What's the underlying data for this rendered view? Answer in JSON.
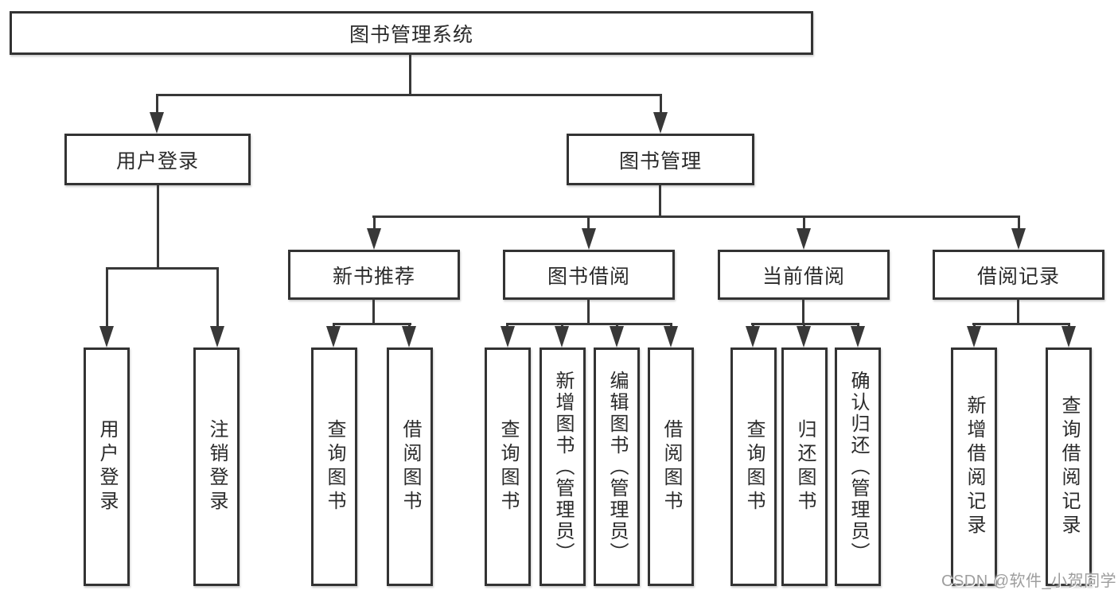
{
  "diagram": {
    "type": "tree",
    "root": {
      "label": "图书管理系统",
      "children": [
        {
          "label": "用户登录",
          "children": [
            {
              "label": "用户登录"
            },
            {
              "label": "注销登录"
            }
          ]
        },
        {
          "label": "图书管理",
          "children": [
            {
              "label": "新书推荐",
              "children": [
                {
                  "label": "查询图书"
                },
                {
                  "label": "借阅图书"
                }
              ]
            },
            {
              "label": "图书借阅",
              "children": [
                {
                  "label": "查询图书"
                },
                {
                  "label": "新增图书（管理员）"
                },
                {
                  "label": "编辑图书（管理员）"
                },
                {
                  "label": "借阅图书"
                }
              ]
            },
            {
              "label": "当前借阅",
              "children": [
                {
                  "label": "查询图书"
                },
                {
                  "label": "归还图书"
                },
                {
                  "label": "确认归还（管理员）"
                }
              ]
            },
            {
              "label": "借阅记录",
              "children": [
                {
                  "label": "新增借阅记录"
                },
                {
                  "label": "查询借阅记录"
                }
              ]
            }
          ]
        }
      ]
    }
  },
  "watermark": {
    "text": "CSDN @软件_小贺同学"
  },
  "colors": {
    "background": "#ffffff",
    "line": "#383838",
    "box_border": "#333333",
    "text": "#2b2b2b",
    "watermark": "#9e9e9e"
  }
}
